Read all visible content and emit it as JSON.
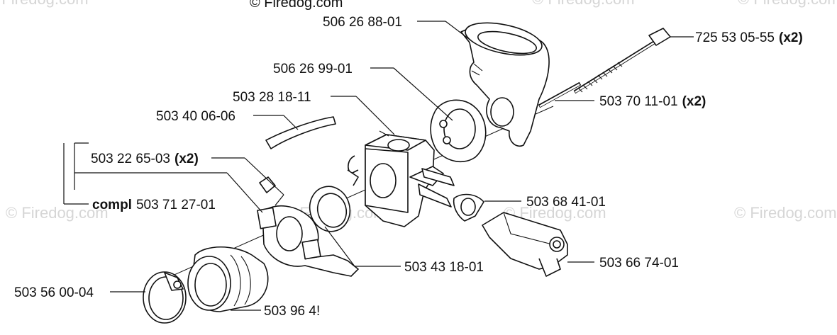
{
  "copyright": "© Firedog.com",
  "watermark": "© Firedog.com",
  "labels": {
    "p1": "506 26 88-01",
    "p2": "725 53 05-55",
    "p3": "506 26 99-01",
    "p4": "503 28 18-11",
    "p5": "503 40 06-06",
    "p6": "503 70 11-01",
    "p7": "503 22 65-03",
    "p8_prefix": "compl",
    "p8": "503 71 27-01",
    "p9": "503 68 41-01",
    "p10": "503 43 18-01",
    "p11": "503 66 74-01",
    "p12": "503 56 00-04",
    "p13": "503 96 4!"
  },
  "qty": {
    "p2": "(x2)",
    "p6": "(x2)",
    "p7": "(x2)"
  }
}
